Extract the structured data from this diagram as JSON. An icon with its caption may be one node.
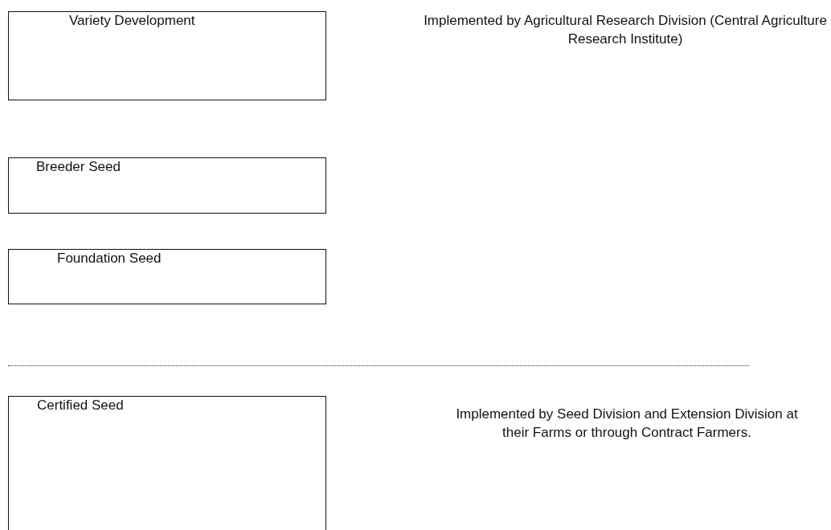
{
  "diagram": {
    "nodes": [
      {
        "text": [
          "Variety Development"
        ]
      },
      {
        "text": [
          "Breeder Seed"
        ]
      },
      {
        "text": [
          "Foundation Seed"
        ]
      },
      {
        "text": [
          "Certified Seed"
        ]
      }
    ],
    "labels": [
      "Implemented by Agricultural Research Division (Central Agriculture Research Institute)",
      "Implemented by Seed Division and Extension Division at their Farms or through Contract Farmers."
    ]
  }
}
